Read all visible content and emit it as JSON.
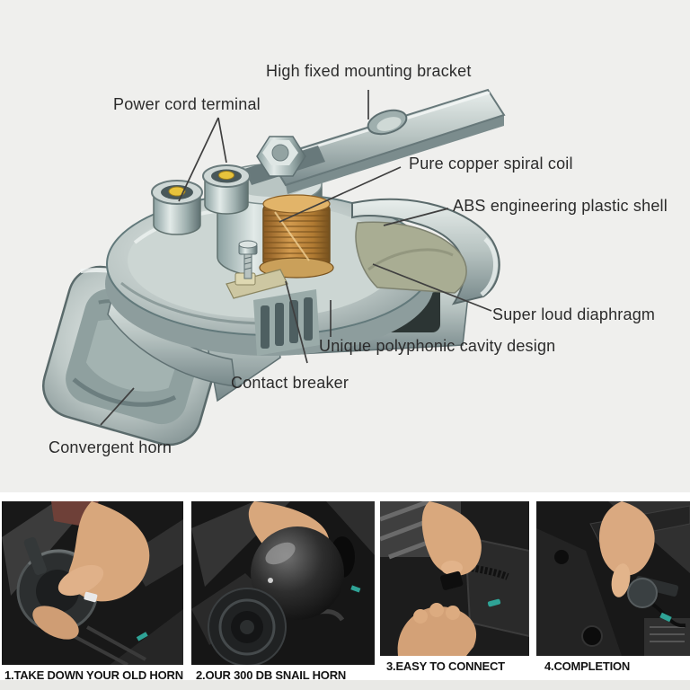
{
  "diagram": {
    "labels": [
      {
        "id": "high-fixed-mounting-bracket",
        "text": "High fixed mounting bracket"
      },
      {
        "id": "power-cord-terminal",
        "text": "Power cord terminal"
      },
      {
        "id": "pure-copper-spiral-coil",
        "text": "Pure copper spiral coil"
      },
      {
        "id": "abs-engineering-plastic-shell",
        "text": "ABS engineering plastic shell"
      },
      {
        "id": "super-loud-diaphragm",
        "text": "Super loud diaphragm"
      },
      {
        "id": "unique-polyphonic-cavity-design",
        "text": "Unique polyphonic cavity design"
      },
      {
        "id": "contact-breaker",
        "text": "Contact breaker"
      },
      {
        "id": "convergent-horn",
        "text": "Convergent horn"
      }
    ]
  },
  "steps": [
    {
      "caption": "1.TAKE DOWN YOUR OLD HORN"
    },
    {
      "caption": "2.OUR 300 DB SNAIL HORN"
    },
    {
      "caption": "3.EASY TO CONNECT"
    },
    {
      "caption": "4.COMPLETION"
    }
  ],
  "colors": {
    "page_background": "#efefed",
    "photo_panel_background": "#ffffff",
    "label_text": "#2b2b2b",
    "caption_text": "#141414",
    "leader_line": "#3f3f3f",
    "metal_light": "#dfe7e5",
    "metal_dark": "#6a7b7c",
    "copper_coil": "#c8984a",
    "terminal_yellow": "#e7c33c",
    "diaphragm_olive": "#a9ad93",
    "contact_base_khaki": "#cdc7a2",
    "teal_accent": "#2fa396",
    "hand_skin": "#d9a87d",
    "photo_background": "#1a1a1a"
  }
}
